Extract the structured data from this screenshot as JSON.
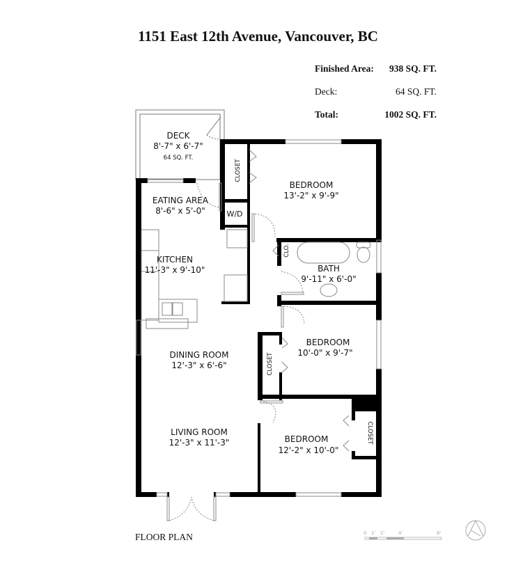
{
  "title": "1151 East 12th Avenue, Vancouver, BC",
  "areas": [
    {
      "label": "Finished Area:",
      "value": "938 SQ. FT.",
      "bold": true
    },
    {
      "label": "Deck:",
      "value": "64 SQ. FT.",
      "bold": false
    },
    {
      "label": "Total:",
      "value": "1002 SQ. FT.",
      "bold": true
    }
  ],
  "rooms": {
    "deck": {
      "name": "DECK",
      "size": "8'-7\" x 6'-7\"",
      "area": "64 SQ. FT."
    },
    "bedroom1": {
      "name": "BEDROOM",
      "size": "13'-2\" x 9'-9\""
    },
    "eating": {
      "name": "EATING AREA",
      "size": "8'-6\" x 5'-0\""
    },
    "kitchen": {
      "name": "KITCHEN",
      "size": "11'-3\" x 9'-10\""
    },
    "bath": {
      "name": "BATH",
      "size": "9'-11\" x 6'-0\""
    },
    "bedroom2": {
      "name": "BEDROOM",
      "size": "10'-0\" x 9'-7\""
    },
    "dining": {
      "name": "DINING ROOM",
      "size": "12'-3\" x 6'-6\""
    },
    "living": {
      "name": "LIVING ROOM",
      "size": "12'-3\" x 11'-3\""
    },
    "bedroom3": {
      "name": "BEDROOM",
      "size": "12'-2\" x 10'-0\""
    }
  },
  "labels": {
    "closet": "CLOSET",
    "clo": "CLO.",
    "wd": "W/D"
  },
  "scale": [
    "0",
    "1'",
    "2'",
    "4'",
    "8'"
  ],
  "floor_label": "FLOOR PLAN",
  "colors": {
    "wall": "#000000",
    "fixture": "#888888"
  }
}
